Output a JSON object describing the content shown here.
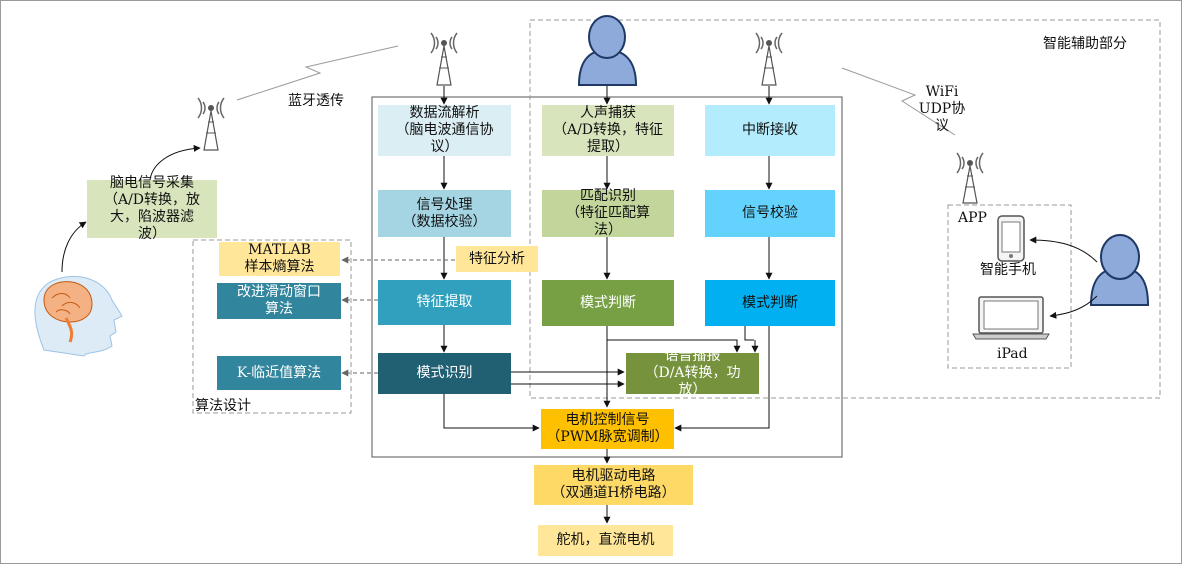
{
  "regions": {
    "smart_assist": "智能辅助部分",
    "algorithm": "算法设计"
  },
  "links": {
    "bluetooth": "蓝牙透传",
    "wifi": "WiFi\nUDP协议",
    "app": "APP"
  },
  "devices": {
    "phone": "智能手机",
    "ipad": "iPad"
  },
  "nodes": {
    "eeg_acquire": "脑电信号采集\n（A/D转换，放\n大，陷波器滤\n波）",
    "parse": "数据流解析\n（脑电波通信协\n议）",
    "signal_proc": "信号处理\n（数据校验）",
    "feature_extract": "特征提取",
    "mode_recog": "模式识别",
    "feature_analysis": "特征分析",
    "matlab": "MATLAB\n样本熵算法",
    "sliding_window": "改进滑动窗口\n算法",
    "knn": "K-临近值算法",
    "voice_capture": "人声捕获\n（A/D转换，特征\n提取）",
    "match": "匹配识别\n（特征匹配算\n法）",
    "mode_judge_1": "模式判断",
    "voice_play": "语音播报\n（D/A转换，功\n放）",
    "interrupt": "中断接收",
    "signal_check": "信号校验",
    "mode_judge_2": "模式判断",
    "motor_ctrl": "电机控制信号\n（PWM脉宽调制）",
    "motor_drive": "电机驱动电路\n（双通道H桥电路）",
    "motors": "舵机，直流电机"
  },
  "colors": {
    "eeg_acquire": "#d8e4bc",
    "parse": "#dbeef4",
    "signal_proc": "#a5d5e3",
    "feature_extract": "#31a0be",
    "mode_recog": "#215f73",
    "feature_analysis": "#ffe699",
    "matlab": "#ffe699",
    "sliding_window": "#31859c",
    "knn": "#31859c",
    "voice_capture": "#d8e4bc",
    "match": "#c2d69b",
    "mode_judge_1": "#77a045",
    "voice_play": "#76923c",
    "interrupt": "#b3ecfc",
    "signal_check": "#63d3fd",
    "mode_judge_2": "#00b0f0",
    "motor_ctrl": "#ffc000",
    "motor_drive": "#ffd966",
    "motors": "#ffe699"
  }
}
